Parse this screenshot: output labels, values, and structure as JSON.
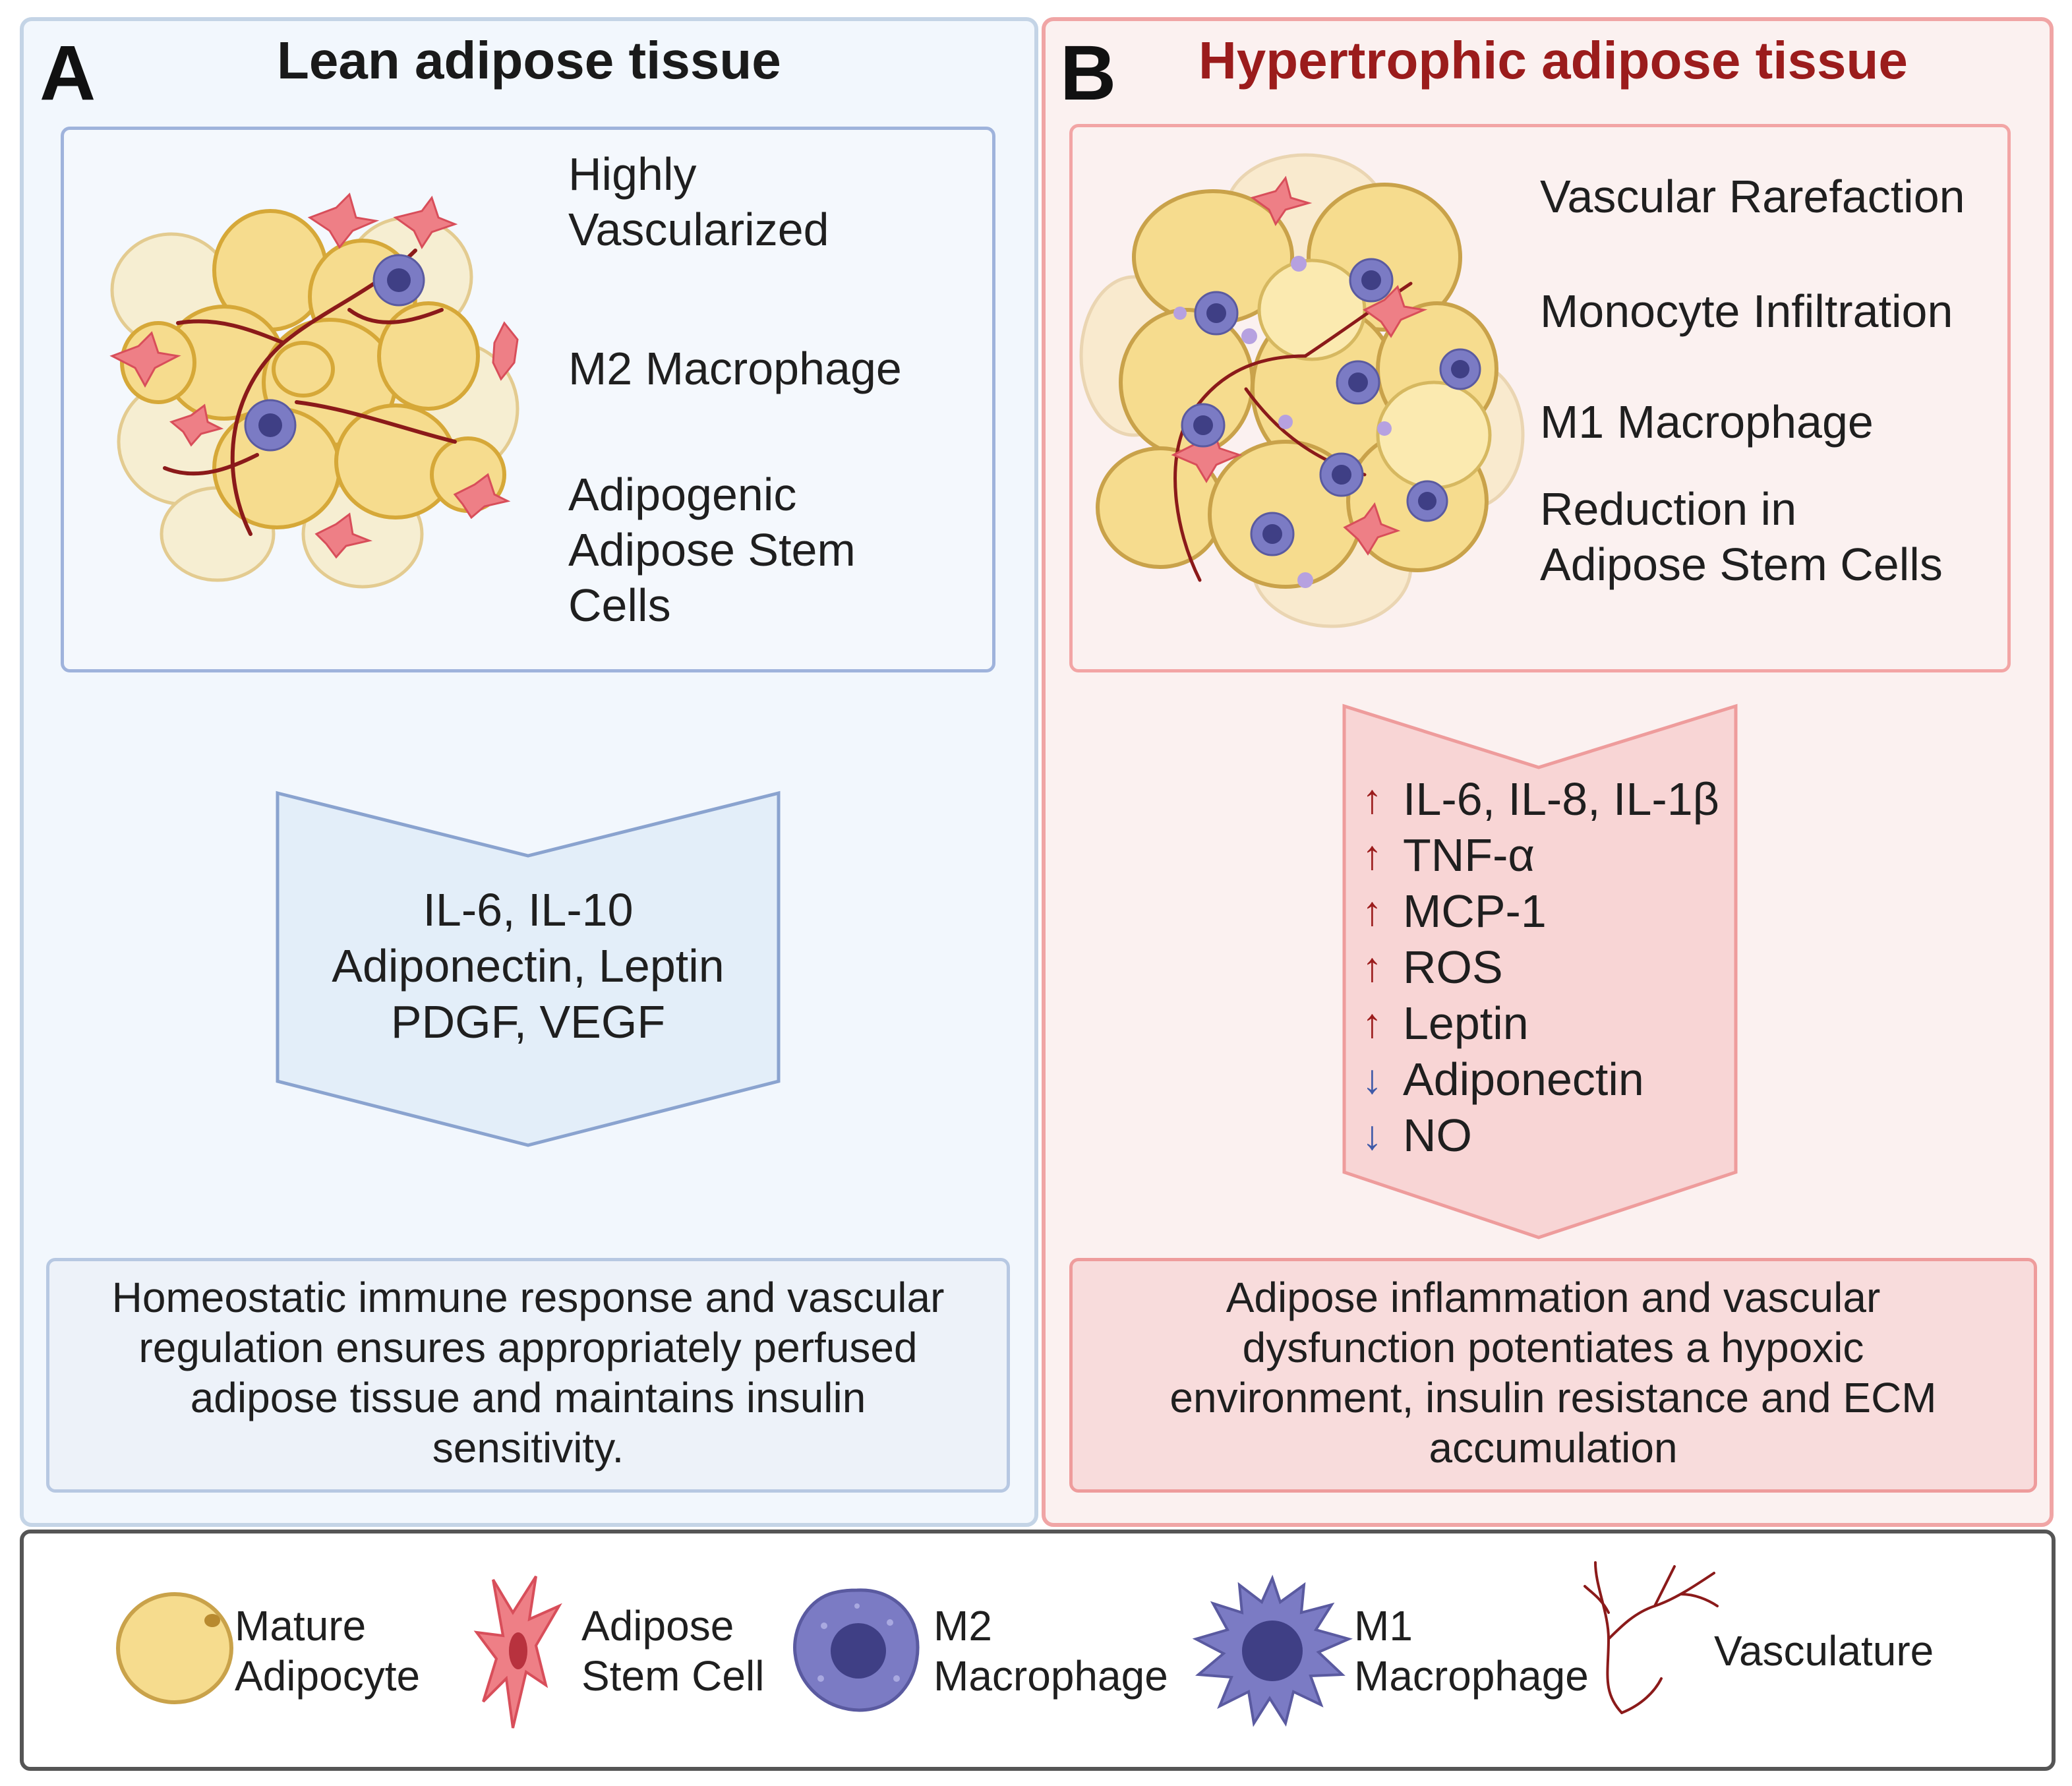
{
  "panelA": {
    "letter": "A",
    "title": "Lean adipose tissue",
    "features": {
      "vascularized": [
        "Highly",
        "Vascularized"
      ],
      "macrophage": "M2 Macrophage",
      "stem_cells": [
        "Adipogenic",
        "Adipose Stem",
        "Cells"
      ]
    },
    "arrow_lines": [
      "IL-6, IL-10",
      "Adiponectin, Leptin",
      "PDGF, VEGF"
    ],
    "summary": "Homeostatic immune response and vascular regulation ensures appropriately perfused adipose tissue and maintains insulin sensitivity."
  },
  "panelB": {
    "letter": "B",
    "title": "Hypertrophic adipose tissue",
    "title_color": "#9b1c1c",
    "features": {
      "rarefaction": "Vascular Rarefaction",
      "infiltration": "Monocyte Infiltration",
      "macrophage": "M1 Macrophage",
      "stem_cells": [
        "Reduction in",
        "Adipose Stem Cells"
      ]
    },
    "markers": [
      {
        "arrow": "↑",
        "direction": "up",
        "text": "IL-6, IL-8, IL-1β"
      },
      {
        "arrow": "↑",
        "direction": "up",
        "text": "TNF-α"
      },
      {
        "arrow": "↑",
        "direction": "up",
        "text": "MCP-1"
      },
      {
        "arrow": "↑",
        "direction": "up",
        "text": "ROS"
      },
      {
        "arrow": "↑",
        "direction": "up",
        "text": "Leptin"
      },
      {
        "arrow": "↓",
        "direction": "down",
        "text": "Adiponectin"
      },
      {
        "arrow": "↓",
        "direction": "down",
        "text": "NO"
      }
    ],
    "summary": "Adipose inflammation and  vascular dysfunction potentiates a hypoxic environment, insulin resistance and ECM accumulation"
  },
  "legend": {
    "adipocyte": [
      "Mature",
      "Adipocyte"
    ],
    "stem_cell": [
      "Adipose",
      "Stem Cell"
    ],
    "m2": [
      "M2",
      "Macrophage"
    ],
    "m1": [
      "M1",
      "Macrophage"
    ],
    "vasculature": "Vasculature"
  },
  "colors": {
    "panelA_bg": "#f2f7fd",
    "panelB_bg": "#fbf1f0",
    "up_arrow": "#9b1c1c",
    "down_arrow": "#3f5aa8",
    "adipocyte": "#f6dc8e",
    "stem_cell": "#ee7f86",
    "macrophage": "#6a6ab5",
    "vessel": "#8b1a1a"
  }
}
